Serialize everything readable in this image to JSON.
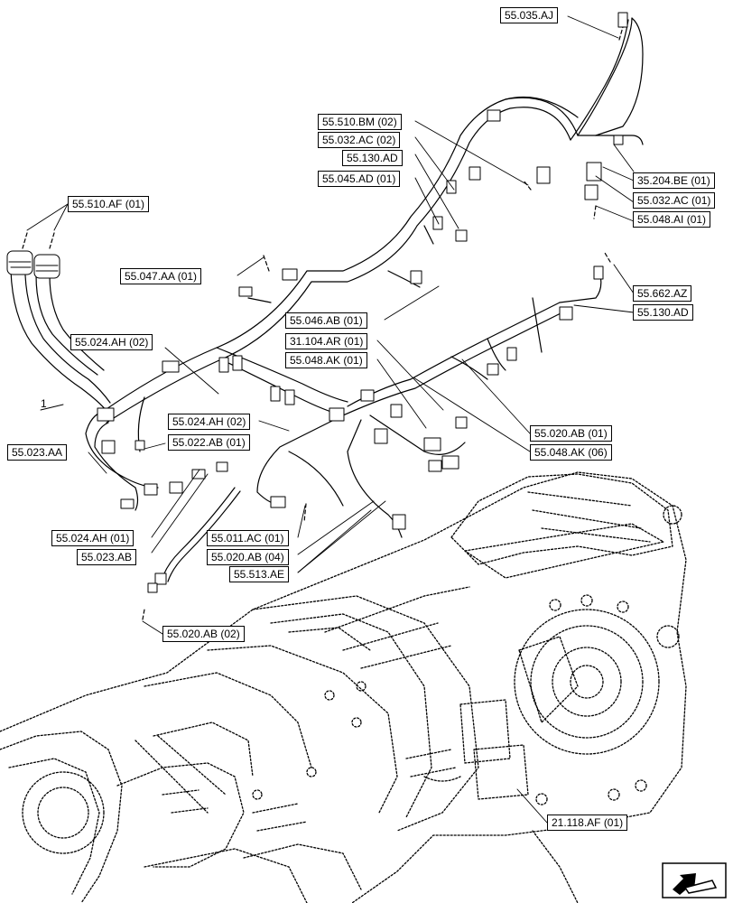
{
  "diagram": {
    "callouts": {
      "c_55_035_AJ": "55.035.AJ",
      "c_55_510_BM_02": "55.510.BM (02)",
      "c_55_032_AC_02": "55.032.AC (02)",
      "c_55_130_AD_top": "55.130.AD",
      "c_55_045_AD_01": "55.045.AD (01)",
      "c_35_204_BE_01": "35.204.BE (01)",
      "c_55_032_AC_01": "55.032.AC (01)",
      "c_55_048_AI_01": "55.048.AI (01)",
      "c_55_510_AF_01": "55.510.AF (01)",
      "c_55_047_AA_01": "55.047.AA (01)",
      "c_55_662_AZ": "55.662.AZ",
      "c_55_130_AD_mid": "55.130.AD",
      "c_55_046_AB_01": "55.046.AB (01)",
      "c_31_104_AR_01": "31.104.AR (01)",
      "c_55_048_AK_01": "55.048.AK (01)",
      "c_55_024_AH_02_a": "55.024.AH (02)",
      "c_55_024_AH_02_b": "55.024.AH (02)",
      "c_55_022_AB_01": "55.022.AB (01)",
      "c_55_023_AA": "55.023.AA",
      "c_55_020_AB_01": "55.020.AB (01)",
      "c_55_048_AK_06": "55.048.AK (06)",
      "c_55_024_AH_01": "55.024.AH (01)",
      "c_55_011_AC_01": "55.011.AC (01)",
      "c_55_023_AB": "55.023.AB",
      "c_55_020_AB_04": "55.020.AB (04)",
      "c_55_513_AE": "55.513.AE",
      "c_55_020_AB_02": "55.020.AB (02)",
      "c_21_118_AF_01": "21.118.AF (01)"
    },
    "item_label": "1",
    "icons": {
      "nav_arrow": "next-page-arrow-icon"
    }
  }
}
